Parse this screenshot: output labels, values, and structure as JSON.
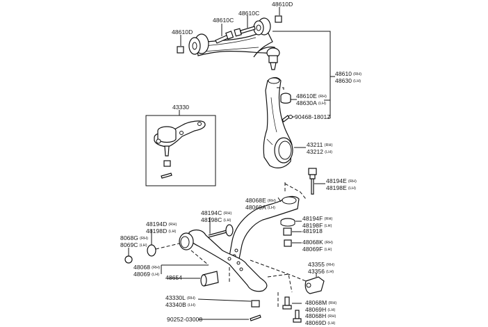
{
  "diagram": {
    "title": "Front Suspension Parts Diagram",
    "callouts": [
      {
        "id": "48610D-left",
        "lines": [
          {
            "part": "48610D",
            "side": ""
          }
        ]
      },
      {
        "id": "48610C-left",
        "lines": [
          {
            "part": "48610C",
            "side": ""
          }
        ]
      },
      {
        "id": "48610C-right",
        "lines": [
          {
            "part": "48610C",
            "side": ""
          }
        ]
      },
      {
        "id": "48610D-right",
        "lines": [
          {
            "part": "48610D",
            "side": ""
          }
        ]
      },
      {
        "id": "upper-arm",
        "lines": [
          {
            "part": "48610",
            "side": "(RH)"
          },
          {
            "part": "48630",
            "side": "(LH)"
          }
        ]
      },
      {
        "id": "upper-bushing",
        "lines": [
          {
            "part": "48610E",
            "side": "(RH)"
          },
          {
            "part": "48630A",
            "side": "(LH)"
          }
        ]
      },
      {
        "id": "grease-fitting",
        "lines": [
          {
            "part": "90468-18017",
            "side": ""
          }
        ]
      },
      {
        "id": "ball-joint-box",
        "lines": [
          {
            "part": "43330",
            "side": ""
          }
        ]
      },
      {
        "id": "knuckle",
        "lines": [
          {
            "part": "43211",
            "side": "(RH)"
          },
          {
            "part": "43212",
            "side": "(LH)"
          }
        ]
      },
      {
        "id": "strut-bolt",
        "lines": [
          {
            "part": "48194E",
            "side": "(RH)"
          },
          {
            "part": "48198E",
            "side": "(LH)"
          }
        ]
      },
      {
        "id": "strut-bar",
        "lines": [
          {
            "part": "48068E",
            "side": "(RH)"
          },
          {
            "part": "48069A",
            "side": "(LH)"
          }
        ]
      },
      {
        "id": "cam-plate-right",
        "lines": [
          {
            "part": "48194F",
            "side": "(RH)"
          },
          {
            "part": "48198F",
            "side": "(LH)"
          }
        ]
      },
      {
        "id": "nut-481918",
        "lines": [
          {
            "part": "481918",
            "side": ""
          }
        ]
      },
      {
        "id": "nut-48068K",
        "lines": [
          {
            "part": "48068K",
            "side": "(RH)"
          },
          {
            "part": "48069F",
            "side": "(LH)"
          }
        ]
      },
      {
        "id": "cam-bolt",
        "lines": [
          {
            "part": "48194C",
            "side": "(RH)"
          },
          {
            "part": "48198C",
            "side": "(LH)"
          }
        ]
      },
      {
        "id": "cam-plate-left",
        "lines": [
          {
            "part": "48194D",
            "side": "(RH)"
          },
          {
            "part": "48198D",
            "side": "(LH)"
          }
        ]
      },
      {
        "id": "cam-nut",
        "lines": [
          {
            "part": "8068G",
            "side": "(RH)"
          },
          {
            "part": "8069C",
            "side": "(LH)"
          }
        ]
      },
      {
        "id": "lower-arm",
        "lines": [
          {
            "part": "48068",
            "side": "(RH)"
          },
          {
            "part": "48069",
            "side": "(LH)"
          }
        ]
      },
      {
        "id": "lower-bushing",
        "lines": [
          {
            "part": "48654",
            "side": ""
          }
        ]
      },
      {
        "id": "lower-bracket",
        "lines": [
          {
            "part": "43355",
            "side": "(RH)"
          },
          {
            "part": "43356",
            "side": "(LH)"
          }
        ]
      },
      {
        "id": "bracket-bolt-a",
        "lines": [
          {
            "part": "48068M",
            "side": "(RH)"
          },
          {
            "part": "48069H",
            "side": "(LH)"
          }
        ]
      },
      {
        "id": "bracket-bolt-b",
        "lines": [
          {
            "part": "48068H",
            "side": "(RH)"
          },
          {
            "part": "48069D",
            "side": "(LH)"
          }
        ]
      },
      {
        "id": "castle-nut",
        "lines": [
          {
            "part": "43330L",
            "side": "(RH)"
          },
          {
            "part": "43340B",
            "side": "(LH)"
          }
        ]
      },
      {
        "id": "cotter-pin",
        "lines": [
          {
            "part": "90252-03008",
            "side": ""
          }
        ]
      }
    ]
  }
}
